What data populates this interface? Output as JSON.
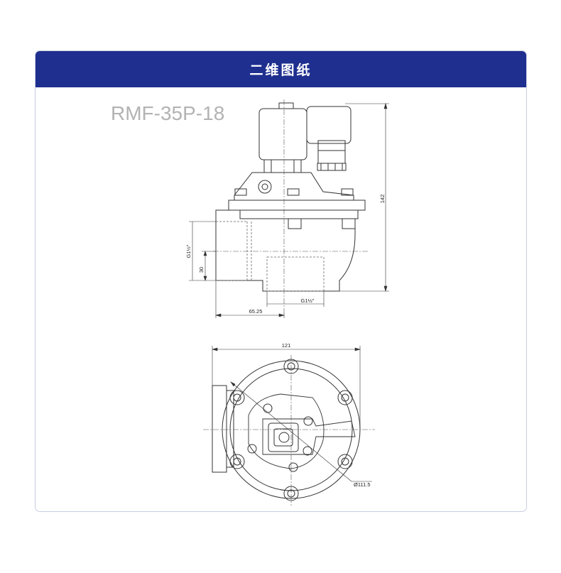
{
  "header": {
    "title": "二维图纸"
  },
  "model": "RMF-35P-18",
  "dimensions": {
    "height_total": "142",
    "port_thread_side": "G1½\"",
    "port_offset": "30",
    "port_thread_bottom": "G1½\"",
    "width_half": "65.25",
    "width_total": "121",
    "diameter": "Ø111.5"
  },
  "colors": {
    "header_bg": "#1e2f8f",
    "line": "#333333",
    "border": "#c9cde0"
  }
}
